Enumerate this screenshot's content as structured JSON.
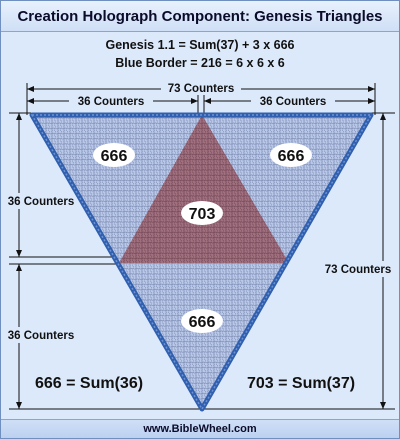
{
  "header": {
    "title": "Creation Holograph Component: Genesis Triangles",
    "line1": "Genesis 1.1 = Sum(37) + 3 x 666",
    "line2": "Blue Border = 216 = 6 x 6 x 6"
  },
  "dimensions": {
    "top_full": "73 Counters",
    "top_left": "36 Counters",
    "top_right": "36 Counters",
    "left_upper": "36 Counters",
    "left_lower": "36 Counters",
    "right_full": "73 Counters"
  },
  "regions": {
    "top_left": "666",
    "top_right": "666",
    "center": "703",
    "bottom": "666"
  },
  "formulas": {
    "left": "666 = Sum(36)",
    "right": "703 = Sum(37)"
  },
  "footer": {
    "text": "www.BibleWheel.com"
  },
  "colors": {
    "background": "#dce9fb",
    "counter_fill": "#b9c8e8",
    "center_fill": "#a0707f",
    "border_blue": "#2f5fae"
  }
}
